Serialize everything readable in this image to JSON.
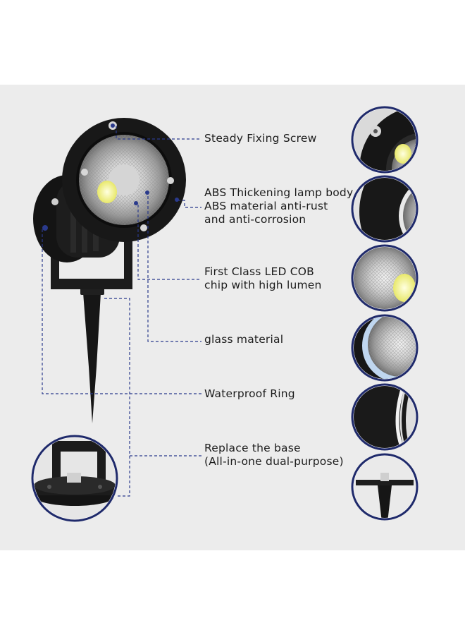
{
  "labels": {
    "screw": "Steady Fixing Screw",
    "body_1": "ABS Thickening lamp body",
    "body_2": "ABS material anti-rust",
    "body_3": "and anti-corrosion",
    "chip_1": "First Class LED COB",
    "chip_2": "chip with high lumen",
    "glass": "glass material",
    "ring": "Waterproof Ring",
    "base_1": "Replace the base",
    "base_2": "(All-in-one dual-purpose)"
  },
  "colors": {
    "background": "#ececec",
    "lamp_body": "#1a1a1a",
    "leader_line": "#2a3a8c",
    "detail_border": "#1f2a6b"
  }
}
